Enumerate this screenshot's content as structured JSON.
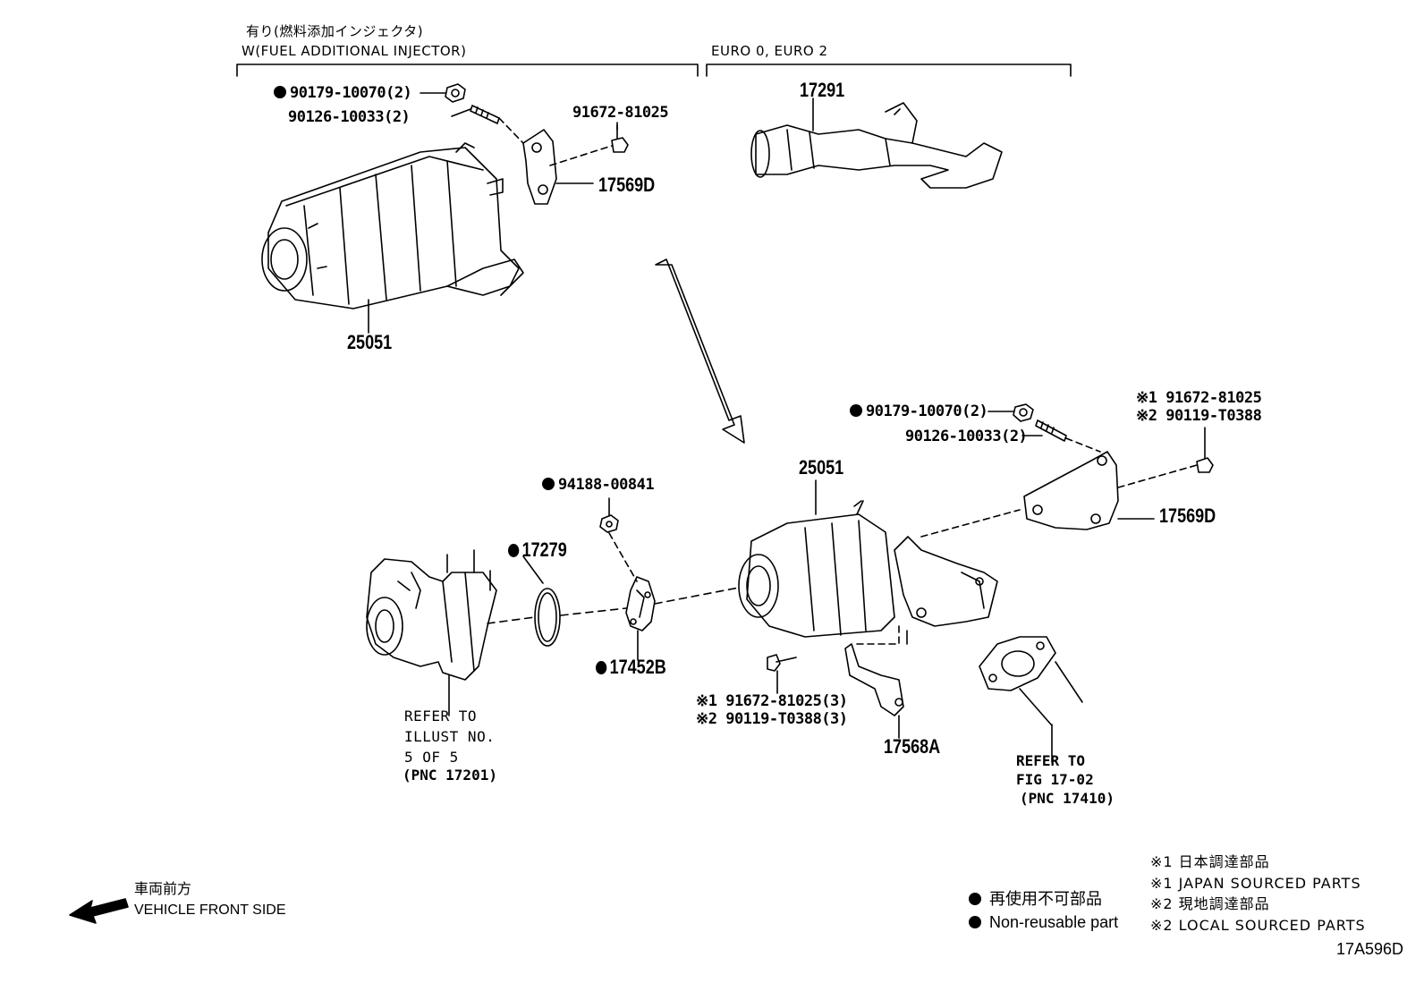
{
  "header": {
    "left_jp": "有り(燃料添加インジェクタ)",
    "left_en": "W(FUEL ADDITIONAL INJECTOR)",
    "right": "EURO 0, EURO 2"
  },
  "upper_left": {
    "nut": "90179-10070(2)",
    "stud": "90126-10033(2)",
    "bolt": "91672-81025",
    "bracket": "17569D",
    "converter": "25051"
  },
  "upper_right": {
    "pipe": "17291"
  },
  "lower": {
    "nut": "90179-10070(2)",
    "stud": "90126-10033(2)",
    "bolt_1": "※1 91672-81025",
    "bolt_2": "※2 90119-T0388",
    "converter": "25051",
    "bracket": "17569D",
    "clamp_nut": "94188-00841",
    "gasket": "17279",
    "clamp": "17452B",
    "bolt3_1": "※1 91672-81025(3)",
    "bolt3_2": "※2 90119-T0388(3)",
    "stay": "17568A"
  },
  "refer_turbo": [
    "REFER TO",
    "ILLUST NO.",
    "5 OF 5",
    "(PNC 17201)"
  ],
  "refer_pipe": [
    "REFER TO",
    "FIG 17-02",
    "(PNC 17410)"
  ],
  "front": {
    "jp": "車両前方",
    "en": "VEHICLE FRONT SIDE"
  },
  "legend": {
    "nonreuse_jp": "再使用不可部品",
    "nonreuse_en": "Non-reusable part",
    "note1_jp": "※1 日本調達部品",
    "note1_en": "※1 JAPAN SOURCED PARTS",
    "note2_jp": "※2 現地調達部品",
    "note2_en": "※2 LOCAL SOURCED PARTS"
  },
  "figure_id": "17A596D"
}
